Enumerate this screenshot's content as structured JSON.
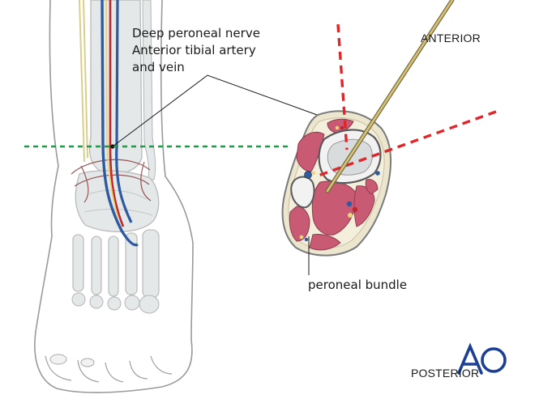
{
  "labels": {
    "nerve": "Deep peroneal nerve",
    "artery": "Anterior tibial artery",
    "vein": "and vein",
    "anterior": "ANTERIOR",
    "posterior": "POSTERIOR",
    "bundle": "peroneal bundle"
  },
  "logo": "AO",
  "colors": {
    "outline": "#6e6e6e",
    "bone": "#e6e9e9",
    "muscle": "#c85b73",
    "artery": "#c0262d",
    "vein": "#2d5aa0",
    "nerve": "#e8d67a",
    "dash_green": "#1f9a4a",
    "dash_red": "#e0262b",
    "wire": "#b3a05a",
    "logo": "#1c3f94"
  },
  "icons": [
    "ao-logo"
  ]
}
